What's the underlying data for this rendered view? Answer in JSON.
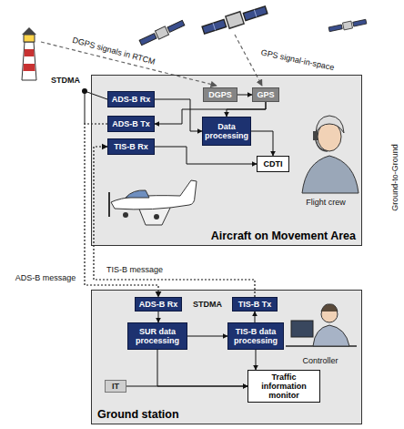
{
  "diagram": {
    "nodes": [
      {
        "text": [
          "Aircraft on Movement Area"
        ]
      },
      {
        "text": [
          "ADS-B Rx"
        ],
        "in": 0
      },
      {
        "text": [
          "ADS-B Tx"
        ],
        "in": 0
      },
      {
        "text": [
          "TIS-B Rx"
        ],
        "in": 0
      },
      {
        "text": [
          "DGPS"
        ],
        "in": 0
      },
      {
        "text": [
          "GPS"
        ],
        "in": 0
      },
      {
        "text": [
          "Data processing"
        ],
        "in": 0
      },
      {
        "text": [
          "CDTI"
        ],
        "in": 0
      },
      {
        "text": [
          "Ground station"
        ]
      },
      {
        "text": [
          "ADS-B Rx"
        ],
        "in": 8
      },
      {
        "text": [
          "TIS-B Tx"
        ],
        "in": 8
      },
      {
        "text": [
          "SUR data processing"
        ],
        "in": 8
      },
      {
        "text": [
          "TIS-B data processing"
        ],
        "in": 8
      },
      {
        "text": [
          "IT"
        ],
        "in": 8
      },
      {
        "text": [
          "Traffic information monitor"
        ],
        "in": 8
      }
    ],
    "edges": [
      {
        "from": 2,
        "to": 9,
        "arrow": "to",
        "label": "ADS-B message"
      },
      {
        "from": 10,
        "to": 3,
        "arrow": "to",
        "label": "TIS-B message"
      },
      {
        "from": 4,
        "to": 5,
        "arrow": "to"
      },
      {
        "from": 5,
        "to": 6,
        "arrow": "to"
      },
      {
        "from": 5,
        "to": 2,
        "arrow": "to"
      },
      {
        "from": 1,
        "to": 6,
        "arrow": "to"
      },
      {
        "from": 3,
        "to": 7,
        "arrow": "to"
      },
      {
        "from": 6,
        "to": 7,
        "arrow": "to"
      },
      {
        "from": 9,
        "to": 11,
        "arrow": "to"
      },
      {
        "from": 11,
        "to": 12,
        "arrow": "to"
      },
      {
        "from": 12,
        "to": 10,
        "arrow": "to"
      },
      {
        "from": 11,
        "to": 14,
        "arrow": "to"
      },
      {
        "from": 12,
        "to": 14,
        "arrow": "to"
      },
      {
        "from": 13,
        "to": 14,
        "arrow": "to"
      }
    ],
    "labels": [
      "DGPS signals in RTCM",
      "GPS signal-in-space",
      "STDMA",
      "Flight crew",
      "STDMA",
      "Controller",
      "Ground-to-Ground"
    ]
  }
}
